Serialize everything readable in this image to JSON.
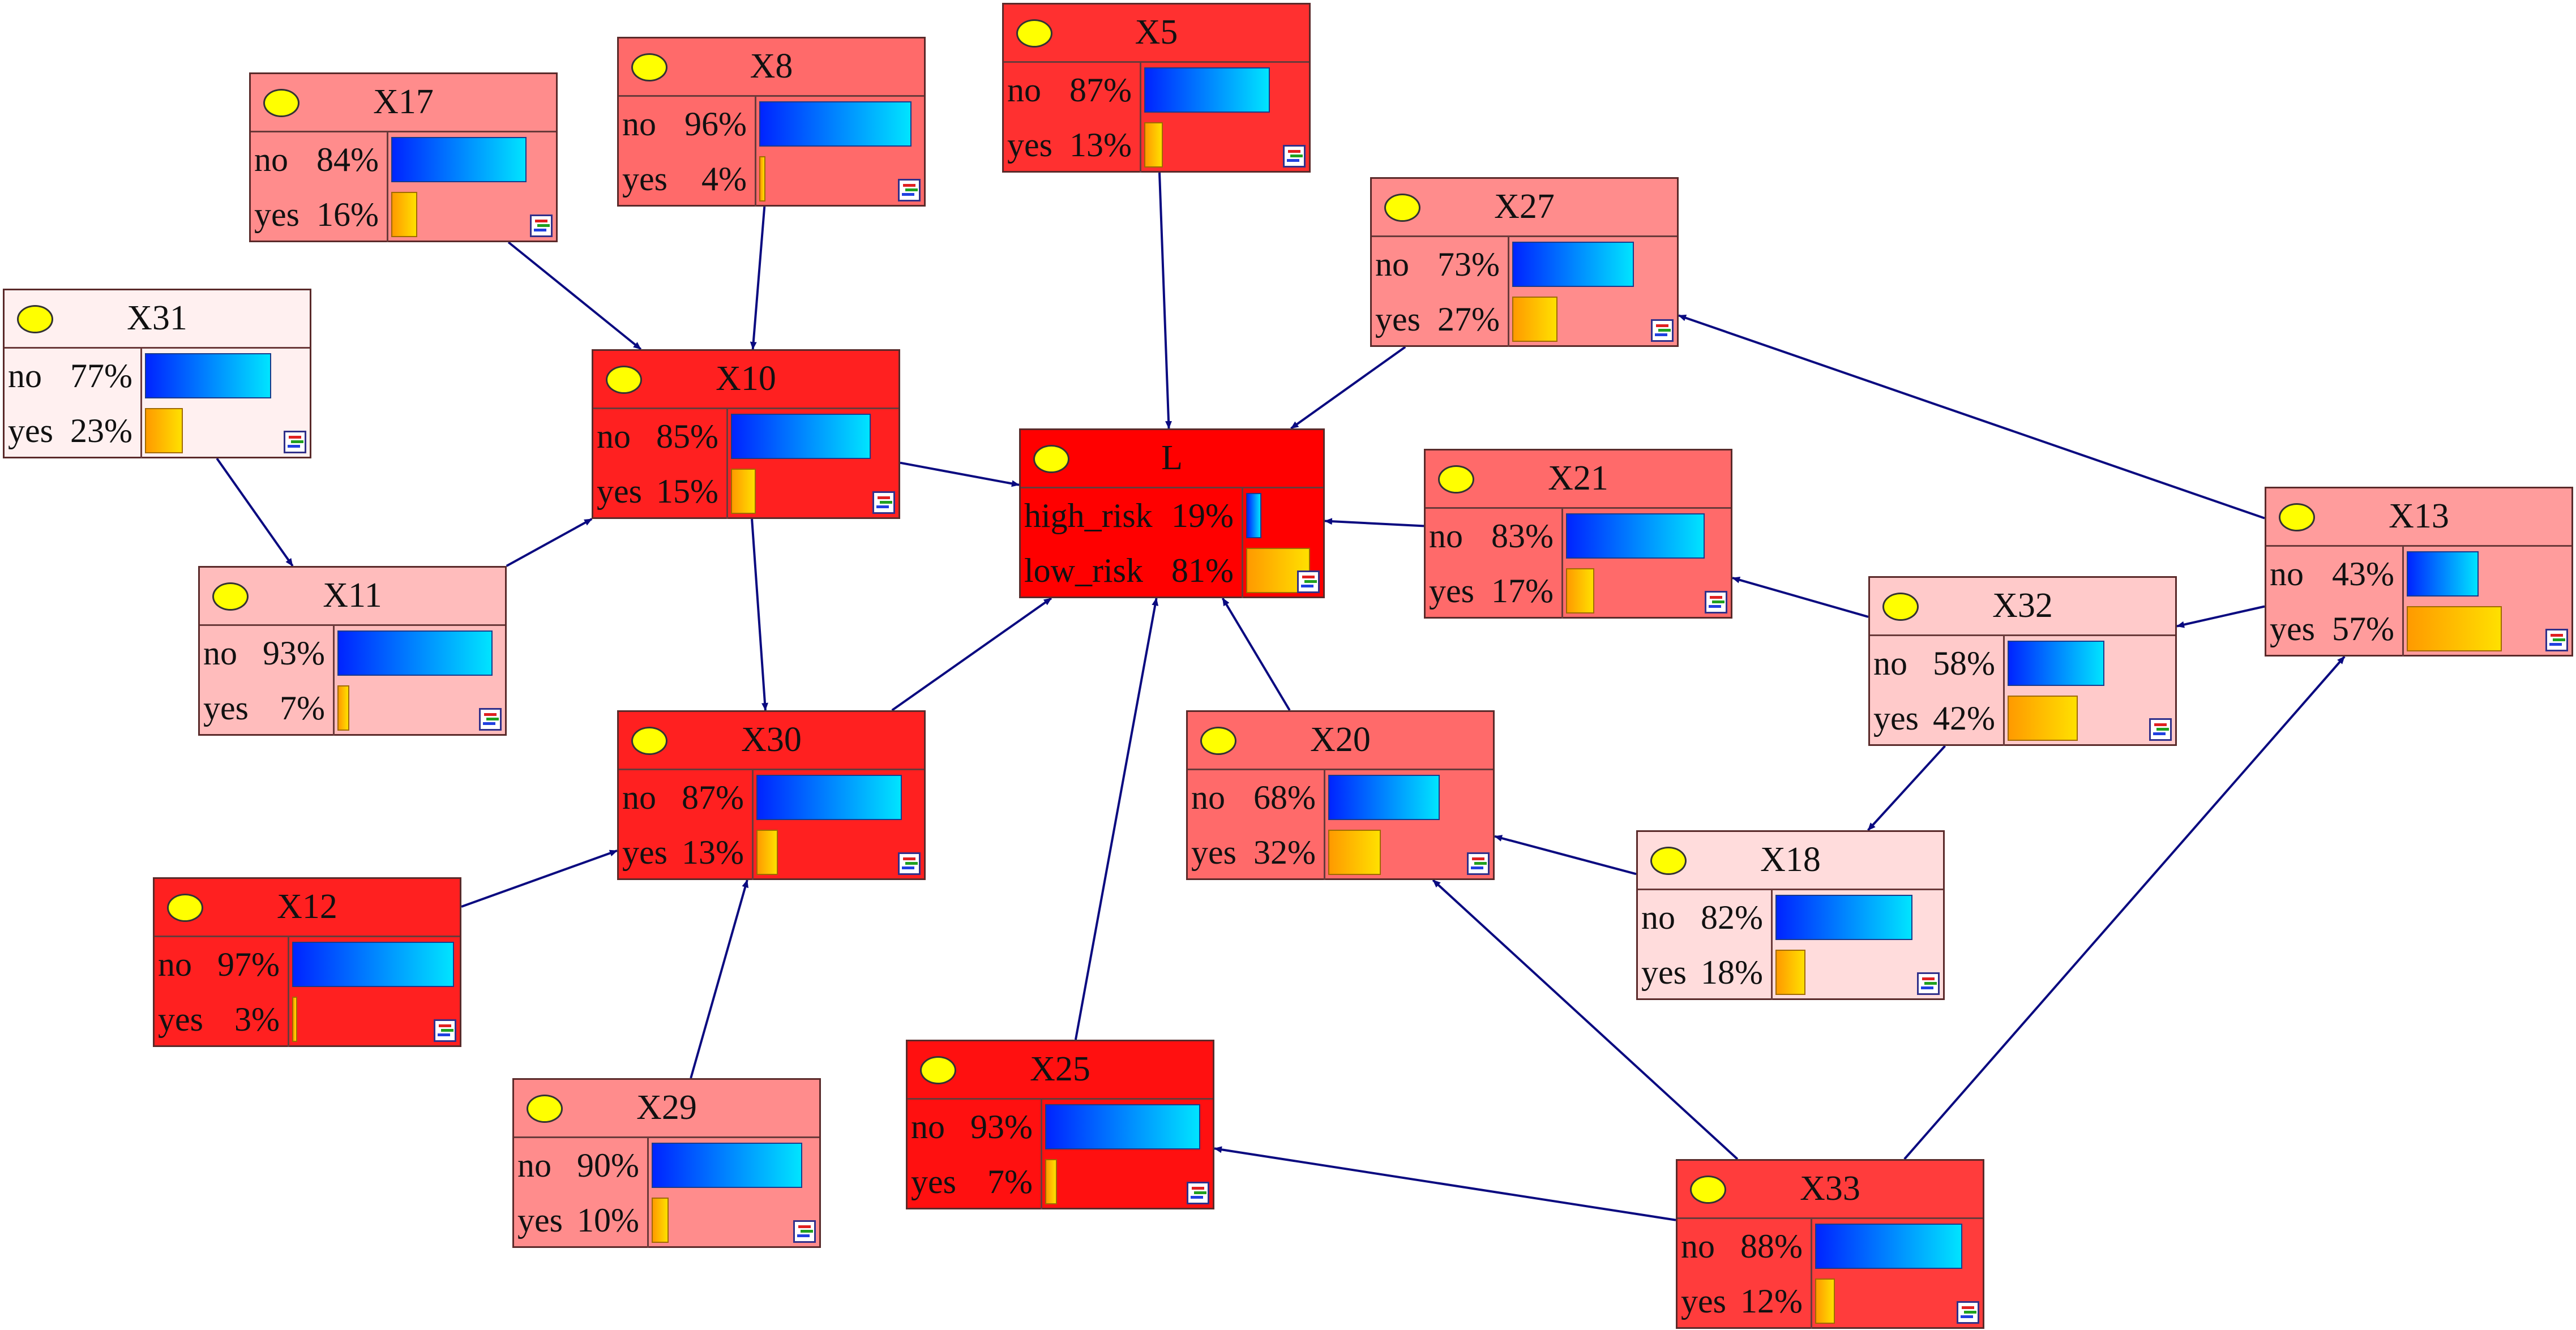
{
  "nodes": {
    "L": {
      "title": "L",
      "fill": "#ff0000",
      "rows": [
        {
          "label": "high_risk",
          "value": 0.19,
          "pct": "19%",
          "color": "blue"
        },
        {
          "label": "low_risk",
          "value": 0.81,
          "pct": "81%",
          "color": "orange"
        }
      ]
    },
    "X5": {
      "title": "X5",
      "fill": "#ff3030",
      "rows": [
        {
          "label": "no",
          "value": 0.87,
          "pct": "87%",
          "color": "blue"
        },
        {
          "label": "yes",
          "value": 0.13,
          "pct": "13%",
          "color": "orange"
        }
      ]
    },
    "X8": {
      "title": "X8",
      "fill": "#ff6a6a",
      "rows": [
        {
          "label": "no",
          "value": 0.96,
          "pct": "96%",
          "color": "blue"
        },
        {
          "label": "yes",
          "value": 0.04,
          "pct": "4%",
          "color": "orange"
        }
      ]
    },
    "X17": {
      "title": "X17",
      "fill": "#ff8c8c",
      "rows": [
        {
          "label": "no",
          "value": 0.84,
          "pct": "84%",
          "color": "blue"
        },
        {
          "label": "yes",
          "value": 0.16,
          "pct": "16%",
          "color": "orange"
        }
      ]
    },
    "X27": {
      "title": "X27",
      "fill": "#ff8c8c",
      "rows": [
        {
          "label": "no",
          "value": 0.73,
          "pct": "73%",
          "color": "blue"
        },
        {
          "label": "yes",
          "value": 0.27,
          "pct": "27%",
          "color": "orange"
        }
      ]
    },
    "X31": {
      "title": "X31",
      "fill": "#fff0f0",
      "rows": [
        {
          "label": "no",
          "value": 0.77,
          "pct": "77%",
          "color": "blue"
        },
        {
          "label": "yes",
          "value": 0.23,
          "pct": "23%",
          "color": "orange"
        }
      ]
    },
    "X10": {
      "title": "X10",
      "fill": "#ff2020",
      "rows": [
        {
          "label": "no",
          "value": 0.85,
          "pct": "85%",
          "color": "blue"
        },
        {
          "label": "yes",
          "value": 0.15,
          "pct": "15%",
          "color": "orange"
        }
      ]
    },
    "X21": {
      "title": "X21",
      "fill": "#ff6a6a",
      "rows": [
        {
          "label": "no",
          "value": 0.83,
          "pct": "83%",
          "color": "blue"
        },
        {
          "label": "yes",
          "value": 0.17,
          "pct": "17%",
          "color": "orange"
        }
      ]
    },
    "X13": {
      "title": "X13",
      "fill": "#ff9c9c",
      "rows": [
        {
          "label": "no",
          "value": 0.43,
          "pct": "43%",
          "color": "blue"
        },
        {
          "label": "yes",
          "value": 0.57,
          "pct": "57%",
          "color": "orange"
        }
      ]
    },
    "X32": {
      "title": "X32",
      "fill": "#ffcaca",
      "rows": [
        {
          "label": "no",
          "value": 0.58,
          "pct": "58%",
          "color": "blue"
        },
        {
          "label": "yes",
          "value": 0.42,
          "pct": "42%",
          "color": "orange"
        }
      ]
    },
    "X11": {
      "title": "X11",
      "fill": "#ffbcbc",
      "rows": [
        {
          "label": "no",
          "value": 0.93,
          "pct": "93%",
          "color": "blue"
        },
        {
          "label": "yes",
          "value": 0.07,
          "pct": "7%",
          "color": "orange"
        }
      ]
    },
    "X30": {
      "title": "X30",
      "fill": "#ff2020",
      "rows": [
        {
          "label": "no",
          "value": 0.87,
          "pct": "87%",
          "color": "blue"
        },
        {
          "label": "yes",
          "value": 0.13,
          "pct": "13%",
          "color": "orange"
        }
      ]
    },
    "X20": {
      "title": "X20",
      "fill": "#ff6a6a",
      "rows": [
        {
          "label": "no",
          "value": 0.68,
          "pct": "68%",
          "color": "blue"
        },
        {
          "label": "yes",
          "value": 0.32,
          "pct": "32%",
          "color": "orange"
        }
      ]
    },
    "X18": {
      "title": "X18",
      "fill": "#ffdcdc",
      "rows": [
        {
          "label": "no",
          "value": 0.82,
          "pct": "82%",
          "color": "blue"
        },
        {
          "label": "yes",
          "value": 0.18,
          "pct": "18%",
          "color": "orange"
        }
      ]
    },
    "X12": {
      "title": "X12",
      "fill": "#ff2020",
      "rows": [
        {
          "label": "no",
          "value": 0.97,
          "pct": "97%",
          "color": "blue"
        },
        {
          "label": "yes",
          "value": 0.03,
          "pct": "3%",
          "color": "orange"
        }
      ]
    },
    "X29": {
      "title": "X29",
      "fill": "#ff8c8c",
      "rows": [
        {
          "label": "no",
          "value": 0.9,
          "pct": "90%",
          "color": "blue"
        },
        {
          "label": "yes",
          "value": 0.1,
          "pct": "10%",
          "color": "orange"
        }
      ]
    },
    "X25": {
      "title": "X25",
      "fill": "#ff1010",
      "rows": [
        {
          "label": "no",
          "value": 0.93,
          "pct": "93%",
          "color": "blue"
        },
        {
          "label": "yes",
          "value": 0.07,
          "pct": "7%",
          "color": "orange"
        }
      ]
    },
    "X33": {
      "title": "X33",
      "fill": "#ff3c3c",
      "rows": [
        {
          "label": "no",
          "value": 0.88,
          "pct": "88%",
          "color": "blue"
        },
        {
          "label": "yes",
          "value": 0.12,
          "pct": "12%",
          "color": "orange"
        }
      ]
    }
  },
  "edges": [
    [
      "X5",
      "L"
    ],
    [
      "X27",
      "L"
    ],
    [
      "X10",
      "L"
    ],
    [
      "X21",
      "L"
    ],
    [
      "X30",
      "L"
    ],
    [
      "X20",
      "L"
    ],
    [
      "X25",
      "L"
    ],
    [
      "X17",
      "X10"
    ],
    [
      "X8",
      "X10"
    ],
    [
      "X11",
      "X10"
    ],
    [
      "X10",
      "X30"
    ],
    [
      "X31",
      "X11"
    ],
    [
      "X12",
      "X30"
    ],
    [
      "X29",
      "X30"
    ],
    [
      "X13",
      "X27"
    ],
    [
      "X13",
      "X32"
    ],
    [
      "X32",
      "X21"
    ],
    [
      "X32",
      "X18"
    ],
    [
      "X18",
      "X20"
    ],
    [
      "X33",
      "X20"
    ],
    [
      "X33",
      "X25"
    ],
    [
      "X33",
      "X13"
    ]
  ],
  "colors": {
    "edge": "#0a0a80",
    "blue_bar": "#0024ff",
    "orange_bar": "#ff9a00",
    "bulb": "#ffff00"
  }
}
